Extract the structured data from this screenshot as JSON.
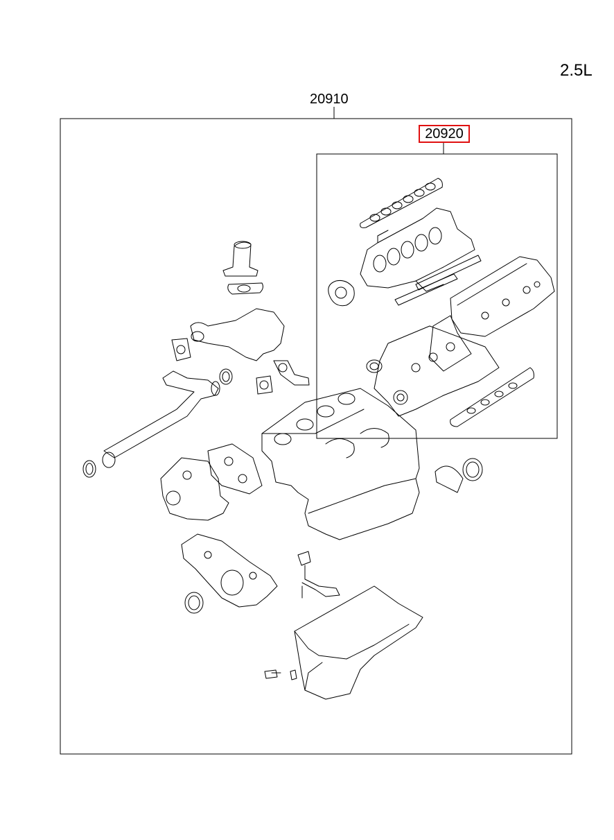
{
  "engine_label": "2.5L",
  "outer_kit": {
    "part_number": "20910"
  },
  "inner_kit": {
    "part_number": "20920",
    "highlight_color": "#e01010"
  }
}
